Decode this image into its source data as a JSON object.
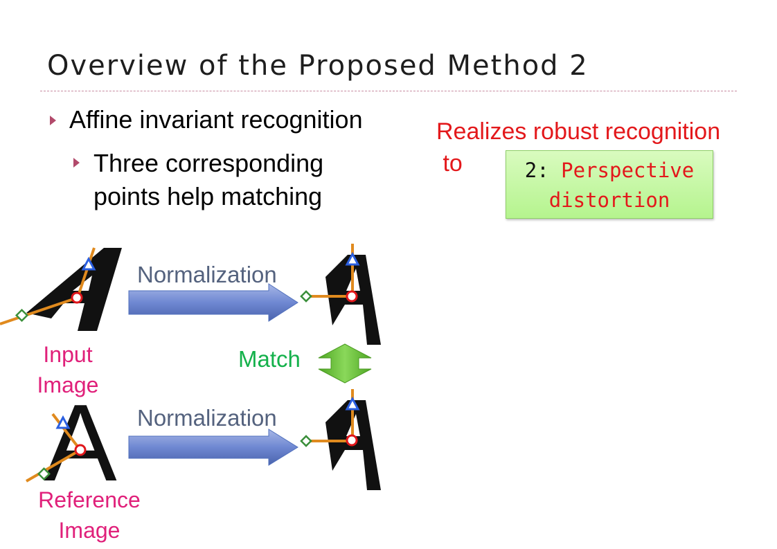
{
  "slide": {
    "title": "Overview of the Proposed Method 2"
  },
  "bullets": {
    "level1": "Affine invariant recognition",
    "level2_line1": "Three corresponding",
    "level2_line2": "points help matching"
  },
  "callout": {
    "line1": "Realizes robust recognition",
    "line2": " to"
  },
  "box": {
    "number": "2: ",
    "line1": "Perspective",
    "line2": "distortion"
  },
  "diagram": {
    "normalization_top": "Normalization",
    "normalization_bottom": "Normalization",
    "match": "Match",
    "input_line1": "Input",
    "input_line2": "Image",
    "reference_line1": "Reference",
    "reference_line2": "Image",
    "glyph": "A"
  },
  "colors": {
    "title": "#1e1e1e",
    "accent_red": "#e3181b",
    "label_magenta": "#e0207a",
    "normalization_text": "#54627e",
    "match_text": "#14b14b",
    "arrow_blue": "#5b78c6",
    "match_arrow_green": "#6cc23a",
    "feature_line": "#e08a1e"
  }
}
